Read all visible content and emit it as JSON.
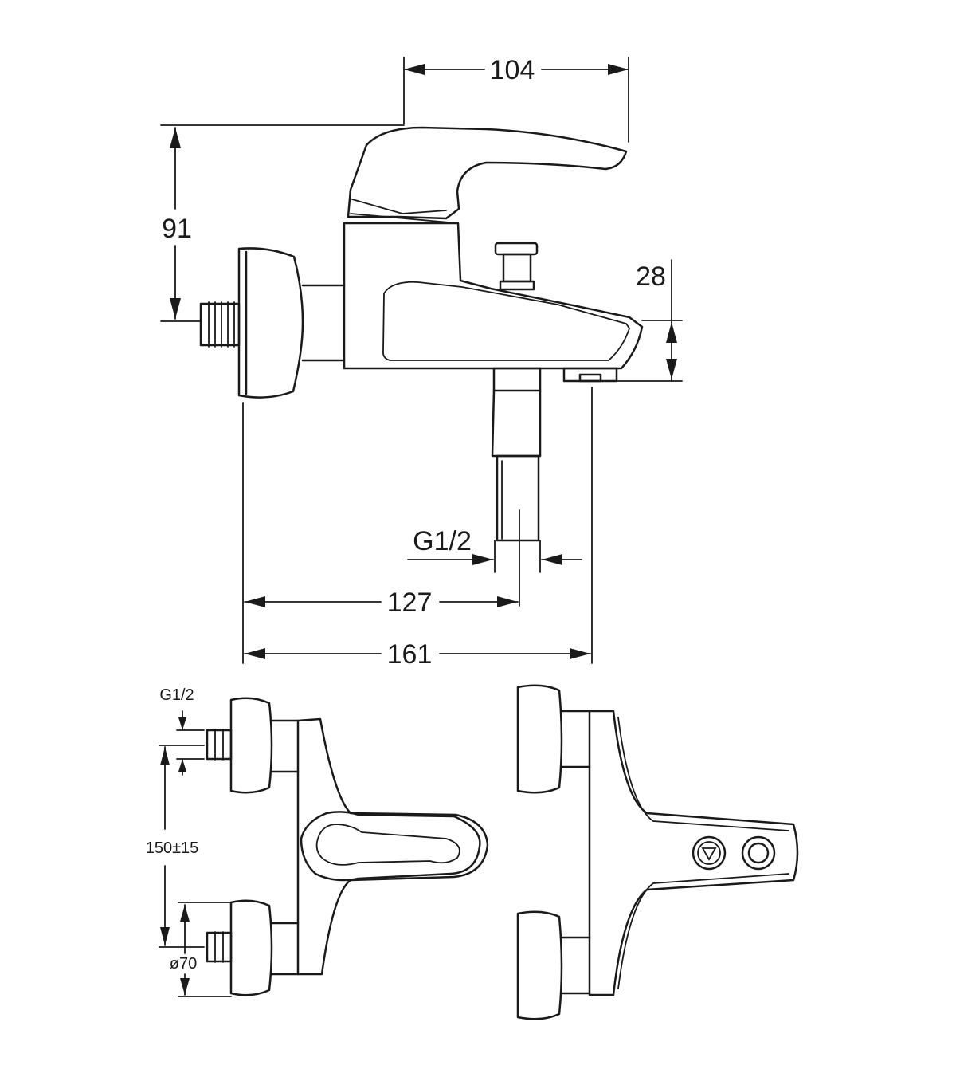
{
  "dimensions": {
    "width_104": "104",
    "height_91": "91",
    "spout_28": "28",
    "thread_g12": "G1/2",
    "length_127": "127",
    "length_161": "161"
  },
  "bottom_view": {
    "thread_g12": "G1/2",
    "spacing": "150±15",
    "diameter": "ø70"
  }
}
